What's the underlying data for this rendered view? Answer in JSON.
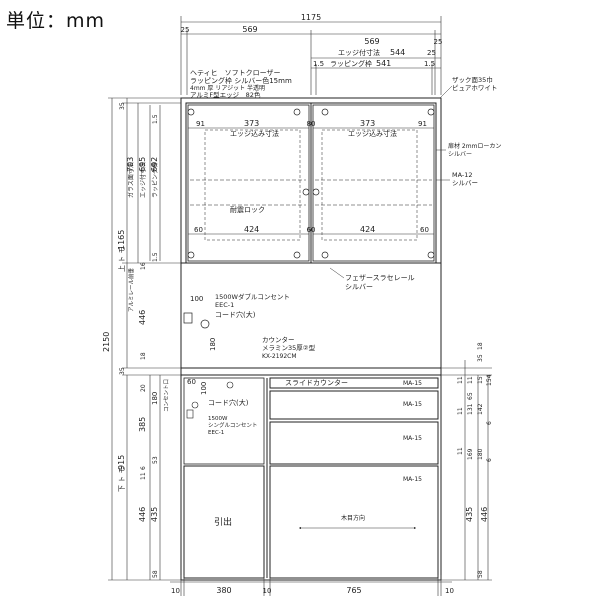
{
  "title": "単位：mm",
  "dimensions": {
    "total_width": "1175",
    "side_25_left": "25",
    "upper_569_left": "569",
    "upper_569_right": "569",
    "side_25_right_top": "25",
    "edge_544_label": "エッジ付寸法",
    "edge_544": "544",
    "edge_25": "25",
    "wrap_15_left": "1.5",
    "wrap_541_label": "ラッピング枠",
    "wrap_541": "541",
    "wrap_15_right": "1.5",
    "door_inner_left": "91",
    "door_inner_mid_left": "373",
    "door_inner_mid": "80",
    "door_inner_mid_right": "373",
    "door_inner_right": "91",
    "door_bot_left": "60",
    "door_bot_mid_left": "424",
    "door_bot_mid": "60",
    "door_bot_mid_right": "424",
    "door_bot_right": "60",
    "edge_inner_label_left": "エッジ込み寸法",
    "edge_inner_label_right": "エッジ込み寸法",
    "bottom_10_left": "10",
    "bottom_380": "380",
    "bottom_10_mid": "10",
    "bottom_765": "765",
    "bottom_10_right": "10",
    "left_35": "35",
    "left_15_top": "1.5",
    "glass_703_label": "ガラス面寸法",
    "glass_703": "703",
    "edge_695_label": "エッジ付寸法",
    "edge_695": "695",
    "wrap_692_label": "ラッピング枠",
    "wrap_692": "692",
    "left_15_bottom": "1.5",
    "upper_1165_label": "上 ト モ",
    "upper_1165": "1165",
    "upper_16": "16",
    "alum_label": "アルミレール前垂",
    "upper_446": "446",
    "upper_18": "18",
    "total_2150": "2150",
    "lower_35": "35",
    "lower_20": "20",
    "lower_180": "180",
    "lower_180_label": "コンセント口",
    "lower_385": "385",
    "lower_53": "53",
    "lower_6": "6",
    "lower_11": "11",
    "lower_915_label": "下 ト モ",
    "lower_915": "915",
    "lower_446": "446",
    "lower_435": "435",
    "lower_58": "58",
    "upper_35_right": "35",
    "upper_18_right": "18",
    "r_11a": "11",
    "r_11b": "11",
    "r_15": "15",
    "r_154": "154",
    "r_65": "65",
    "r_11c": "11",
    "r_131": "131",
    "r_142": "142",
    "r_6a": "6",
    "r_11d": "11",
    "r_169": "169",
    "r_180": "180",
    "r_6b": "6",
    "r_435": "435",
    "r_446": "446",
    "r_58": "58",
    "socket_100": "100",
    "socket_180": "180",
    "low_60": "60",
    "low_100": "100"
  },
  "annotations": {
    "hetech_1": "ヘティヒ　ソフトクローザー",
    "hetech_2": "ラッピング枠 シルバー色15mm",
    "hetech_3": "4mm 厚 リアジット 半透明",
    "hetech_4": "アルミF型エッジ　82色",
    "zakku_1": "ザック面35巾",
    "zakku_2": "ピュアホワイト",
    "lip_1": "扉材 2mmローカン",
    "lip_2": "シルバー",
    "ma12_1": "MA-12",
    "ma12_2": "シルバー",
    "lock": "耐震ロック",
    "feather_1": "フェザースラセレール",
    "feather_2": "シルバー",
    "outlet_1": "1500Wダブルコンセント",
    "outlet_2": "EEC-1",
    "cord_large": "コード穴(大)",
    "counter_1": "カウンター",
    "counter_2": "メラミン35厚②型",
    "counter_3": "KX-2192CM",
    "slide_counter": "スライドカウンター",
    "ma15_1": "MA-15",
    "ma15_2": "MA-15",
    "ma15_3": "MA-15",
    "ma15_4": "MA-15",
    "cord_large_2": "コード穴(大)",
    "single_1": "1500W",
    "single_2": "シングルコンセント",
    "single_3": "EEC-1",
    "drawer": "引出",
    "grain": "木目方向"
  }
}
